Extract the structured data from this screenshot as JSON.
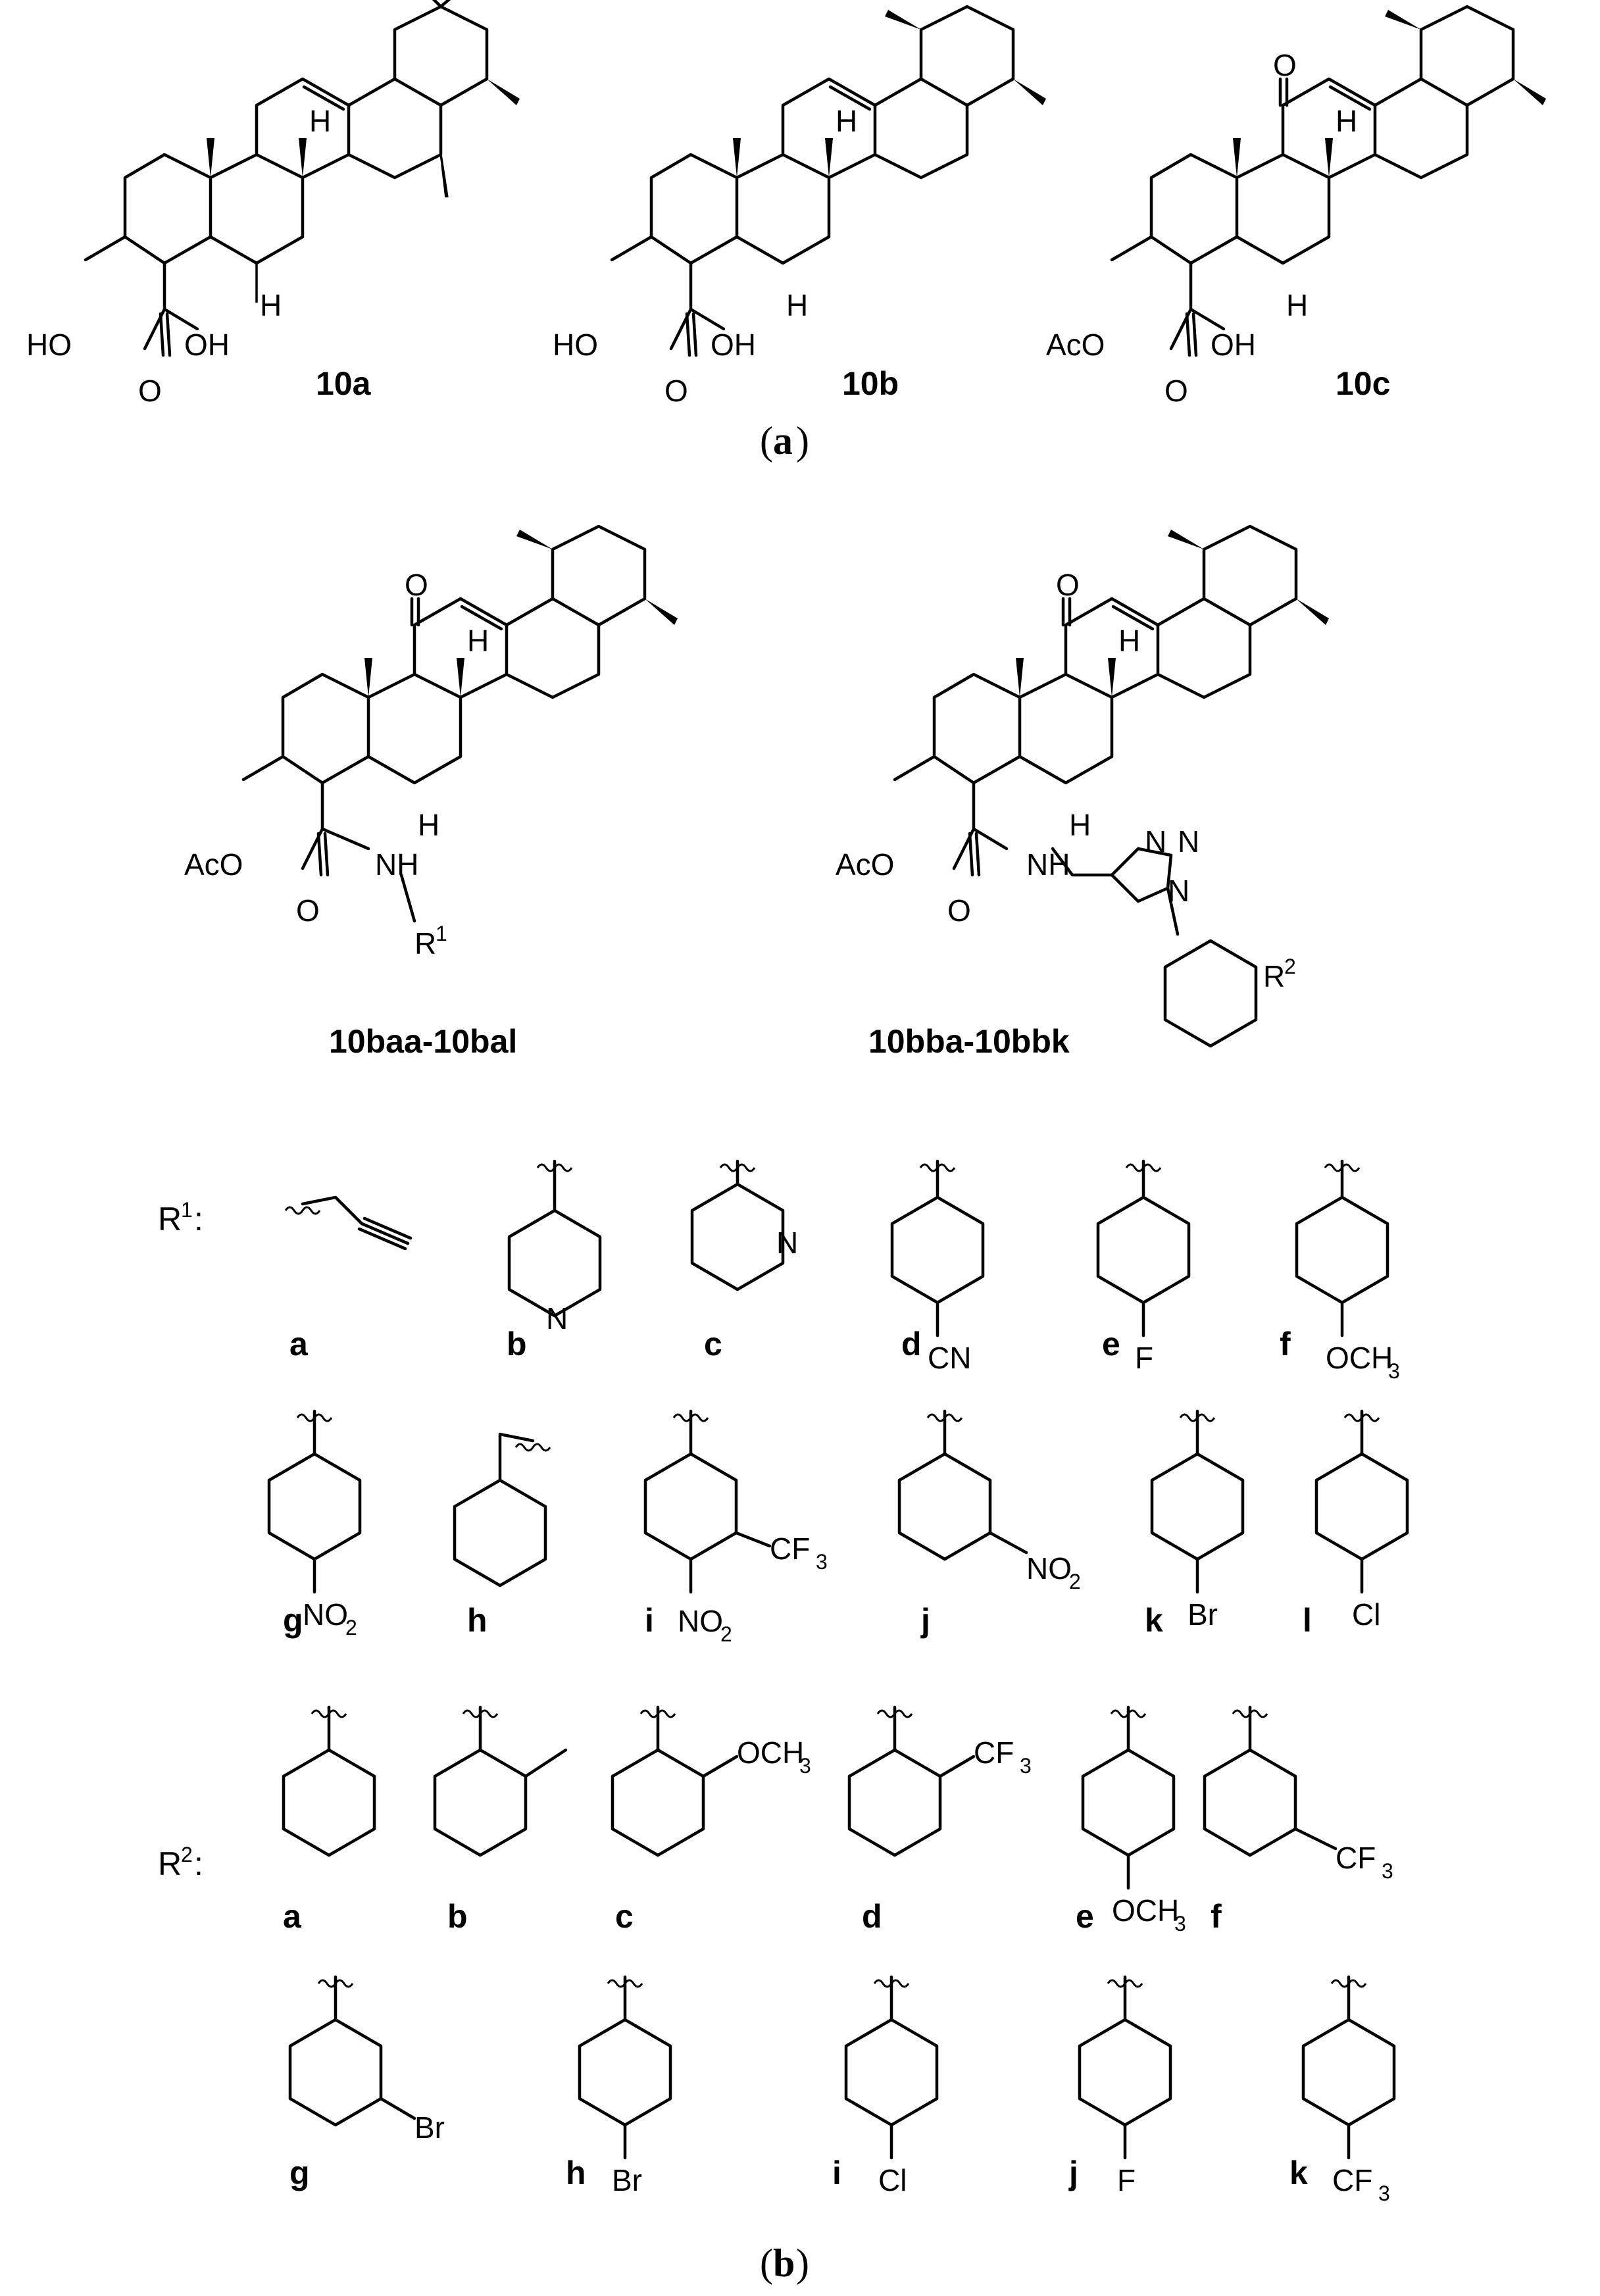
{
  "panels": {
    "a": {
      "open": "(",
      "letter": "a",
      "close": ")"
    },
    "b": {
      "open": "(",
      "letter": "b",
      "close": ")"
    }
  },
  "compounds_top": [
    "10a",
    "10b",
    "10c"
  ],
  "compounds_mid": [
    "10baa-10bal",
    "10bba-10bbk"
  ],
  "atoms": {
    "H": "H",
    "O": "O",
    "OH": "OH",
    "HO": "HO",
    "AcO": "AcO",
    "NH": "NH",
    "N": "N",
    "R": "R",
    "one": "1",
    "two": "2",
    "colon": ":",
    "CN": "CN",
    "F": "F",
    "OCH": "OCH",
    "three": "3",
    "NO": "NO",
    "CF": "CF",
    "Br": "Br",
    "Cl": "Cl"
  },
  "r1_letters": [
    "a",
    "b",
    "c",
    "d",
    "e",
    "f",
    "g",
    "h",
    "i",
    "j",
    "k",
    "l"
  ],
  "r2_letters": [
    "a",
    "b",
    "c",
    "d",
    "e",
    "f",
    "g",
    "h",
    "i",
    "j",
    "k"
  ]
}
